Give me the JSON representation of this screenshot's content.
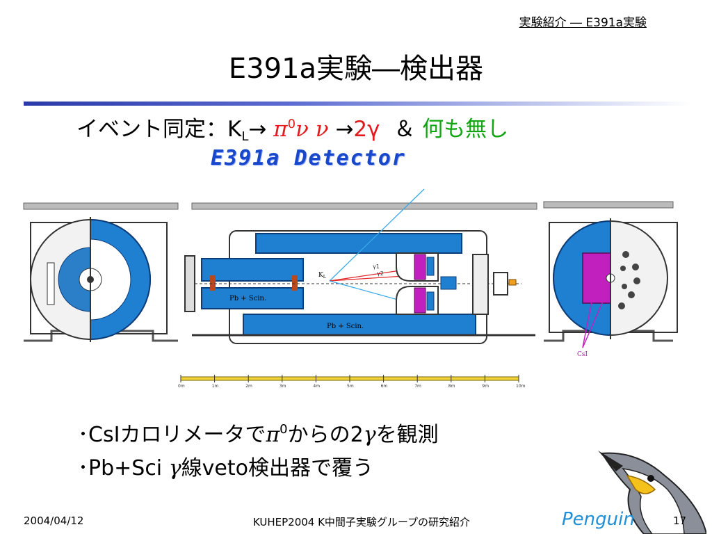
{
  "header": {
    "breadcrumb": "実験紹介 ― E391a実験",
    "title": "E391a実験―検出器"
  },
  "event": {
    "prefix": "イベント同定：K",
    "sub_L": "L",
    "arrow1": "→",
    "pi": "π",
    "pi_sup": "0",
    "nunu": "ν ν",
    "arrow2": "→",
    "two_gamma": "2γ",
    "amp": "＆",
    "nothing": "何も無し"
  },
  "diagram": {
    "title": "E391a Detector",
    "pbscin_1": "Pb + Scin.",
    "pbscin_2": "Pb + Scin.",
    "kl_label": "K",
    "kl_sub": "L",
    "gamma1": "γ1",
    "gamma2": "γ2",
    "csi_label": "CsI",
    "scale_ticks": [
      "0m",
      "1m",
      "2m",
      "3m",
      "4m",
      "5m",
      "6m",
      "7m",
      "8m",
      "9m",
      "10m"
    ]
  },
  "bullets": {
    "b1_a": "･CsIカロリメータで",
    "b1_pi": "π",
    "b1_sup": "0",
    "b1_b": "からの2",
    "b1_gamma": "γ",
    "b1_c": "を観測",
    "b2_a": "･Pb+Sci ",
    "b2_gamma": "γ",
    "b2_b": "線veto検出器で覆う"
  },
  "footer": {
    "date": "2004/04/12",
    "center": "KUHEP2004  K中間子実験グループの研究紹介",
    "page": "17",
    "logo_text": "Penguin"
  },
  "colors": {
    "accent_blue": "#2a3aa8",
    "red": "#e11c1c",
    "green": "#11a611",
    "detector_blue": "#1f7fd0",
    "csi_magenta": "#c21fbf"
  }
}
